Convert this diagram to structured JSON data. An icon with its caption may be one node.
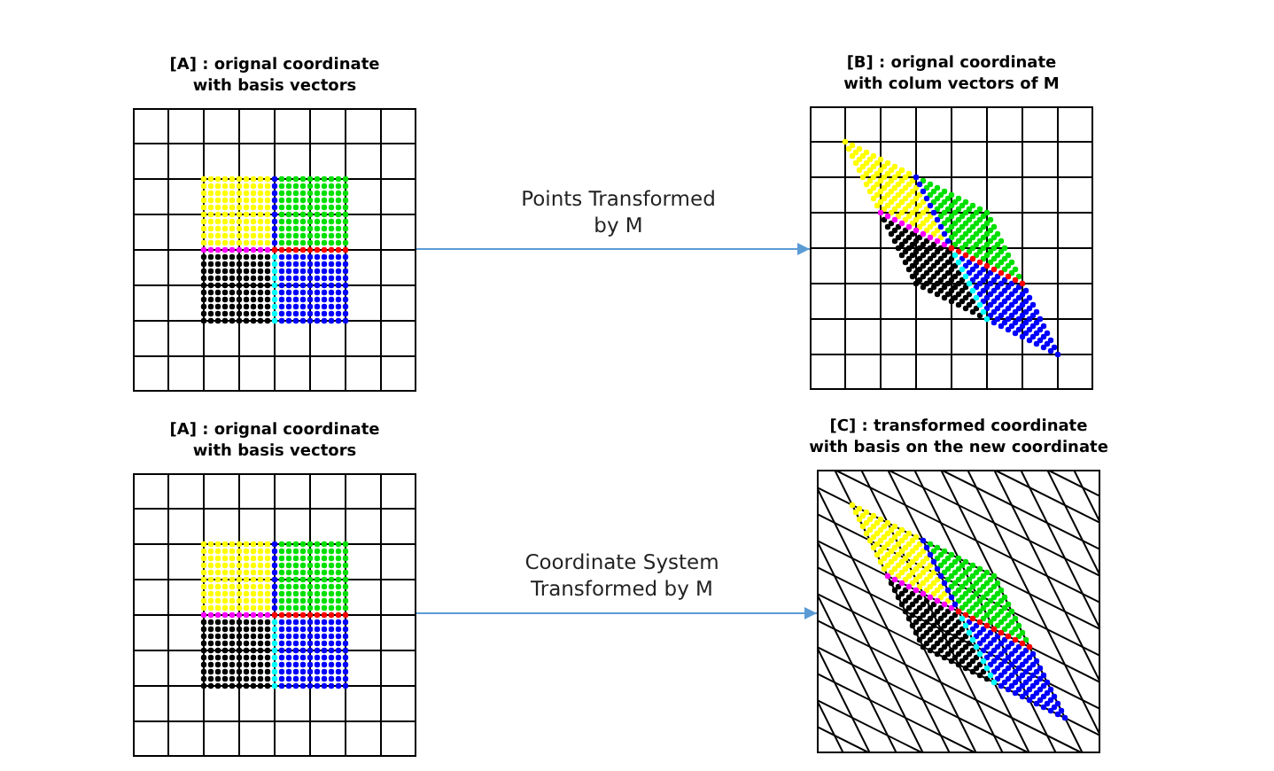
{
  "diagram": {
    "nodes": [
      {
        "text": [
          "[A] : orignal coordinate with basis vectors"
        ]
      },
      {
        "text": [
          "[B] : orignal coordinate with colum vectors of M"
        ]
      },
      {
        "text": [
          "[A] : orignal coordinate with basis vectors"
        ]
      },
      {
        "text": [
          "[C] : transformed coordinate with basis on the new coordinate"
        ]
      }
    ],
    "edges": [
      {
        "from": 0,
        "to": 1,
        "arrow": "to",
        "label": "Points Transformed by M"
      },
      {
        "from": 2,
        "to": 3,
        "arrow": "to",
        "label": "Coordinate System Transformed by M"
      }
    ]
  }
}
